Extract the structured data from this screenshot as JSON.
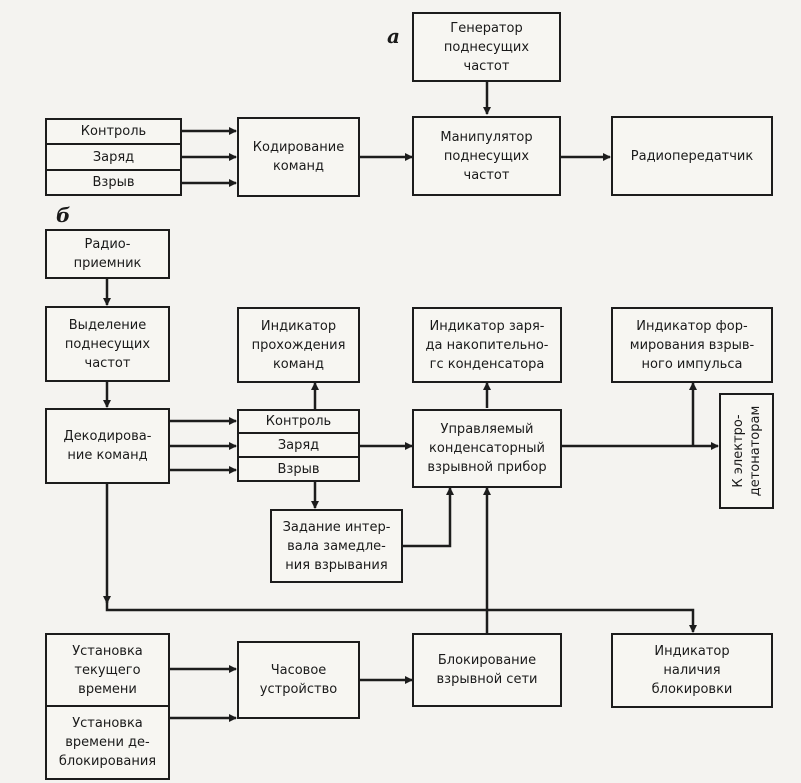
{
  "figure_a": {
    "label": "а",
    "generator": "Генератор\nподнесущих\nчастот",
    "commands": [
      "Контроль",
      "Заряд",
      "Взрыв"
    ],
    "coding": "Кодирование\nкоманд",
    "manipulator": "Манипулятор\nподнесущих\nчастот",
    "transmitter": "Радиопередатчик"
  },
  "figure_b": {
    "label": "б",
    "receiver": "Радио-\nприемник",
    "extraction": "Выделение\nподнесущих\nчастот",
    "decoding": "Декодирова-\nние команд",
    "command_indicator": "Индикатор\nпрохождения\nкоманд",
    "commands": [
      "Контроль",
      "Заряд",
      "Взрыв"
    ],
    "delay": "Задание интер-\nвала замедле-\nния взрывания",
    "charge_indicator": "Индикатор заря-\nда накопительно-\nгс конденсатора",
    "capacitor_device": "Управляемый\nконденсаторный\nвзрывной прибор",
    "pulse_indicator": "Индикатор фор-\nмирования взрыв-\nного импульса",
    "detonators": "К электро-\nдетонаторам",
    "set_time": "Установка\nтекущего\nвремени",
    "set_unblock": "Установка\nвремени де-\nблокирования",
    "clock": "Часовое\nустройство",
    "blocking": "Блокирование\nвзрывной сети",
    "blocking_indicator": "Индикатор\nналичия\nблокировки"
  }
}
